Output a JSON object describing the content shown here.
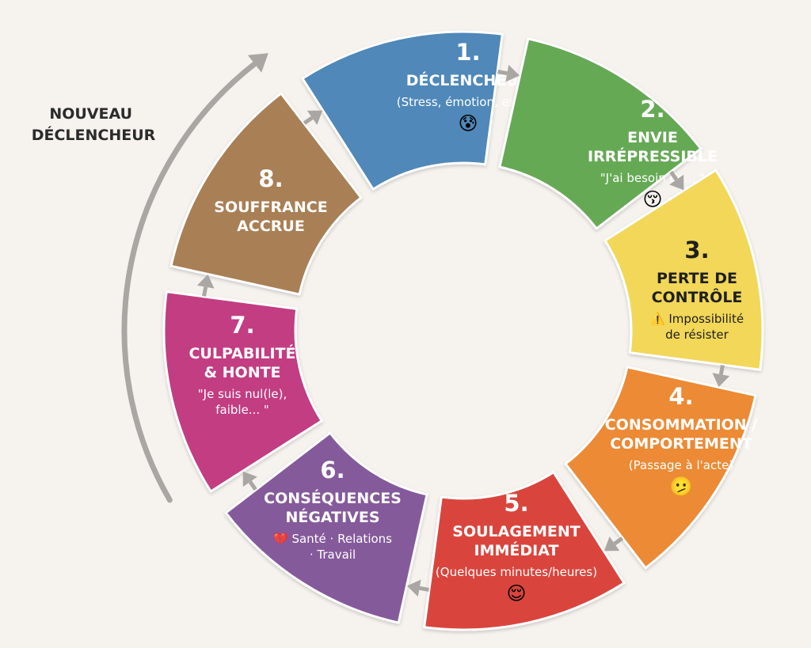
{
  "side_label": [
    "NOUVEAU",
    "DÉCLENCHEUR"
  ],
  "colors": {
    "background": "#f6f3ef",
    "arrow": "#a9a7a4",
    "dark_text": "#1f1f1f",
    "light_text": "#ffffff"
  },
  "steps": [
    {
      "number": "1.",
      "title": [
        "DÉCLENCHEUR"
      ],
      "sub": [
        "(Stress, émotion, ennui)"
      ],
      "emoji": "😰",
      "color": "#4f88b9",
      "text": "light"
    },
    {
      "number": "2.",
      "title": [
        "ENVIE",
        "IRRÉPRESSIBLE"
      ],
      "sub": [
        "\"J'ai besoin de... \""
      ],
      "emoji": "😚",
      "color": "#66a954",
      "text": "light"
    },
    {
      "number": "3.",
      "title": [
        "PERTE DE",
        "CONTRÔLE"
      ],
      "sub": [
        "⚠️ Impossibilité",
        "de résister"
      ],
      "emoji": "",
      "color": "#f2d758",
      "text": "dark"
    },
    {
      "number": "4.",
      "title": [
        "CONSOMMATION /",
        "COMPORTEMENT"
      ],
      "sub": [
        "(Passage à l'acte)"
      ],
      "emoji": "🫤",
      "color": "#ec8a35",
      "text": "light"
    },
    {
      "number": "5.",
      "title": [
        "SOULAGEMENT",
        "IMMÉDIAT"
      ],
      "sub": [
        "(Quelques minutes/heures)"
      ],
      "emoji": "😌",
      "color": "#d9453d",
      "text": "light"
    },
    {
      "number": "6.",
      "title": [
        "CONSÉQUENCES",
        "NÉGATIVES"
      ],
      "sub": [
        "💔 Santé · Relations",
        "· Travail"
      ],
      "emoji": "",
      "color": "#855a9b",
      "text": "light"
    },
    {
      "number": "7.",
      "title": [
        "CULPABILITÉ",
        "& HONTE"
      ],
      "sub": [
        "\"Je suis nul(le),",
        "faible... \""
      ],
      "emoji": "",
      "color": "#c23d82",
      "text": "light"
    },
    {
      "number": "8.",
      "title": [
        "SOUFFRANCE",
        "ACCRUE"
      ],
      "sub": [],
      "emoji": "",
      "color": "#a97f54",
      "text": "light"
    }
  ]
}
